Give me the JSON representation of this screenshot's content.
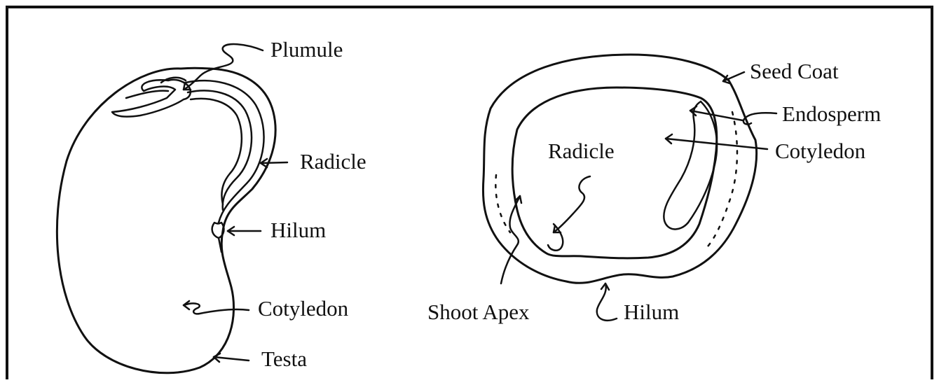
{
  "left_seed": {
    "labels": {
      "plumule": "Plumule",
      "radicle": "Radicle",
      "hilum": "Hilum",
      "cotyledon": "Cotyledon",
      "testa": "Testa"
    }
  },
  "right_seed": {
    "labels": {
      "seed_coat": "Seed Coat",
      "endosperm": "Endosperm",
      "radicle": "Radicle",
      "cotyledon": "Cotyledon",
      "shoot_apex": "Shoot Apex",
      "hilum": "Hilum"
    }
  }
}
